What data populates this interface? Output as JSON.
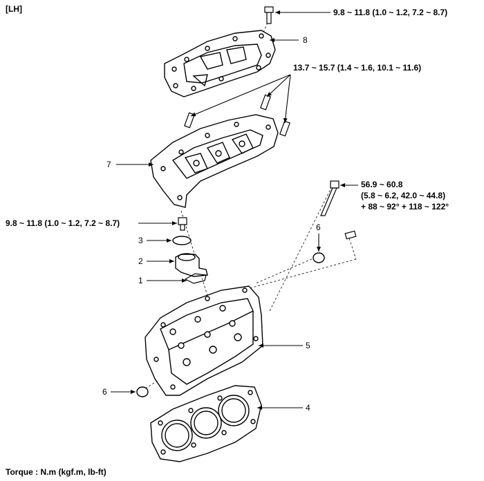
{
  "side_label": "[LH]",
  "torque_note": "Torque : N.m (kgf.m, lb-ft)",
  "torques": {
    "valve_cover_bolt": "9.8 ~ 11.8 (1.0 ~ 1.2, 7.2 ~ 8.7)",
    "camshaft_housing_bolt": "13.7 ~ 15.7 (1.4 ~ 1.6, 10.1 ~ 11.6)",
    "head_bolt_line1": "56.9 ~ 60.8",
    "head_bolt_line2": "(5.8 ~ 6.2, 42.0 ~ 44.8)",
    "head_bolt_line3": "+ 88 ~ 92° + 118 ~ 122°",
    "outlet_bolt": "9.8 ~ 11.8 (1.0 ~ 1.2, 7.2 ~ 8.7)"
  },
  "callouts": {
    "c1": "1",
    "c2": "2",
    "c3": "3",
    "c4": "4",
    "c5": "5",
    "c6a": "6",
    "c6b": "6",
    "c7": "7",
    "c8": "8"
  }
}
